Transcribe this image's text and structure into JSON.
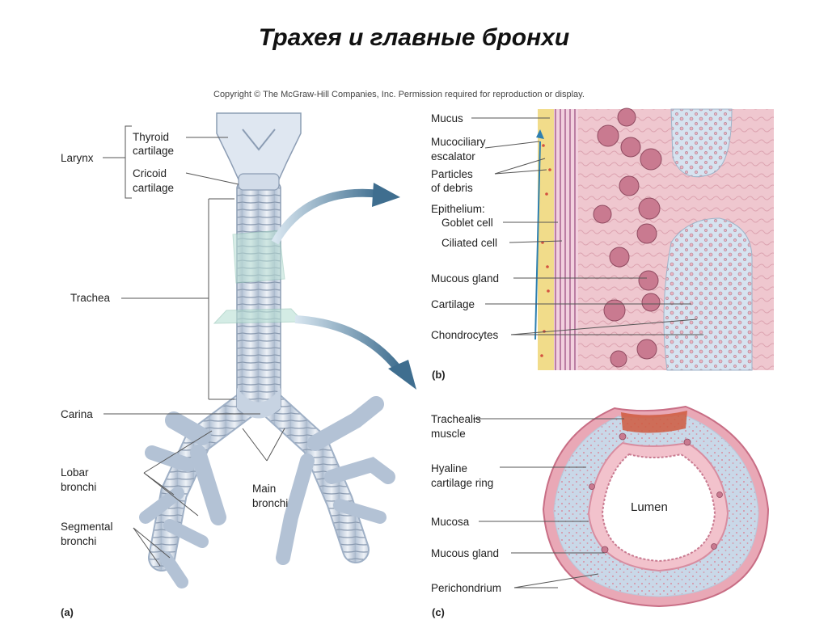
{
  "title": "Трахея и главные бронхи",
  "copyright": "Copyright © The McGraw-Hill Companies, Inc. Permission required for reproduction or display.",
  "panel_a": {
    "letter": "(a)",
    "labels": {
      "larynx": "Larynx",
      "thyroid_1": "Thyroid",
      "thyroid_2": "cartilage",
      "cricoid_1": "Cricoid",
      "cricoid_2": "cartilage",
      "trachea": "Trachea",
      "carina": "Carina",
      "lobar_1": "Lobar",
      "lobar_2": "bronchi",
      "main_1": "Main",
      "main_2": "bronchi",
      "segmental_1": "Segmental",
      "segmental_2": "bronchi"
    }
  },
  "panel_b": {
    "letter": "(b)",
    "labels": {
      "mucus": "Mucus",
      "mucociliary_1": "Mucociliary",
      "mucociliary_2": "escalator",
      "particles_1": "Particles",
      "particles_2": "of debris",
      "epithelium": "Epithelium:",
      "goblet": "Goblet cell",
      "ciliated": "Ciliated cell",
      "mucous_gland": "Mucous gland",
      "cartilage": "Cartilage",
      "chondrocytes": "Chondrocytes"
    }
  },
  "panel_c": {
    "letter": "(c)",
    "labels": {
      "trachealis_1": "Trachealis",
      "trachealis_2": "muscle",
      "hyaline_1": "Hyaline",
      "hyaline_2": "cartilage ring",
      "mucosa": "Mucosa",
      "mucous_gland": "Mucous gland",
      "perichondrium": "Perichondrium",
      "lumen": "Lumen"
    }
  }
}
